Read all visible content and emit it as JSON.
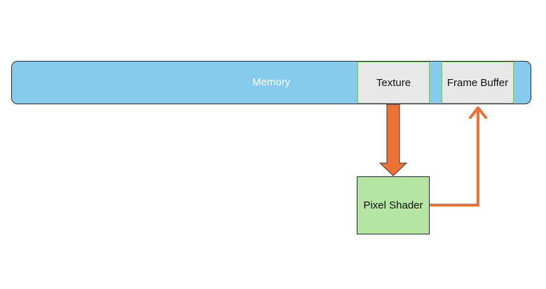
{
  "diagram": {
    "memory_label": "Memory",
    "texture_label": "Texture",
    "frame_buffer_label": "Frame Buffer",
    "pixel_shader_label": "Pixel Shader"
  },
  "colors": {
    "memory_fill": "#86cbec",
    "slot_fill": "#e8e8e8",
    "shader_fill": "#b4e5a2",
    "arrow": "#ed7132"
  }
}
